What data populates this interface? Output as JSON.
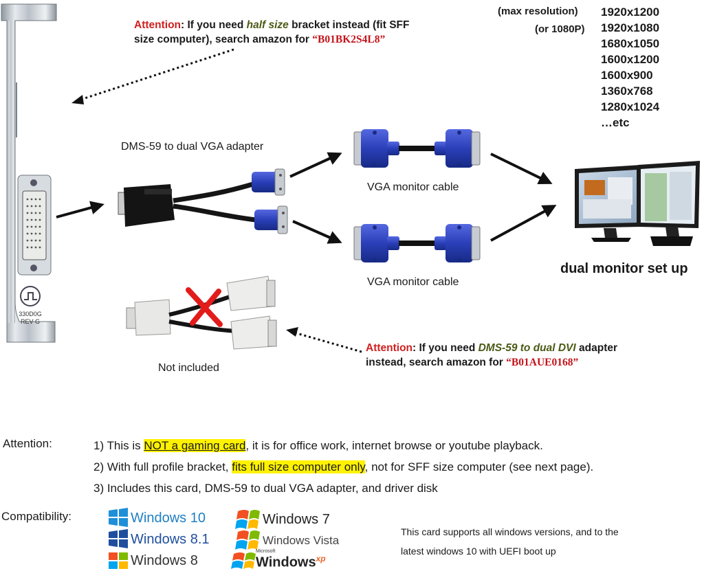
{
  "top_note": {
    "attention_word": "Attention",
    "text_a": ": If you need ",
    "emphasis": "half size",
    "text_b": " bracket instead (fit SFF",
    "line2": "size computer), search amazon for ",
    "code": "“B01BK2S4L8”"
  },
  "resolutions": {
    "max_label": "(max resolution)",
    "alt_label": "(or 1080P)",
    "items": [
      "1920x1200",
      "1920x1080",
      "1680x1050",
      "1600x1200",
      "1600x900",
      "1360x768",
      "1280x1024",
      "…etc"
    ]
  },
  "bracket_label": {
    "line1": "330D0G",
    "line2": "REV G"
  },
  "adapter_label": "DMS-59 to dual VGA  adapter",
  "cable_label_1": "VGA monitor cable",
  "cable_label_2": "VGA monitor cable",
  "dual_monitor_label": "dual monitor set up",
  "not_included_label": "Not included",
  "dvi_note": {
    "attention_word": "Attention",
    "text_a": ": If you need ",
    "emphasis": "DMS-59 to dual DVI",
    "text_b": " adapter",
    "line2": "instead, search amazon for ",
    "code": "“B01AUE0168”"
  },
  "attention_block": {
    "label": "Attention:",
    "item1_pre": "1) This is ",
    "item1_hl": "NOT a gaming card",
    "item1_post": ", it is for office work, internet browse or youtube playback.",
    "item2_pre": "2) With full profile bracket, ",
    "item2_hl": "fits full size computer only",
    "item2_post": ", not for SFF size computer (see next page).",
    "item3": "3) Includes this card, DMS-59 to dual VGA adapter, and driver disk"
  },
  "compatibility": {
    "label": "Compatibility:",
    "windows": [
      "Windows 10",
      "Windows 8.1",
      "Windows 8",
      "Windows 7",
      "Windows Vista",
      "Windows"
    ],
    "xp_super": "xp",
    "xp_small": "Microsoft",
    "support_line1": "This card supports all windows versions, and to the",
    "support_line2": "latest windows 10 with UEFI boot up"
  },
  "colors": {
    "attention_red": "#d0201f",
    "code_red": "#c3141b",
    "highlight": "#fff200",
    "vga_blue": "#2a3fb8"
  }
}
